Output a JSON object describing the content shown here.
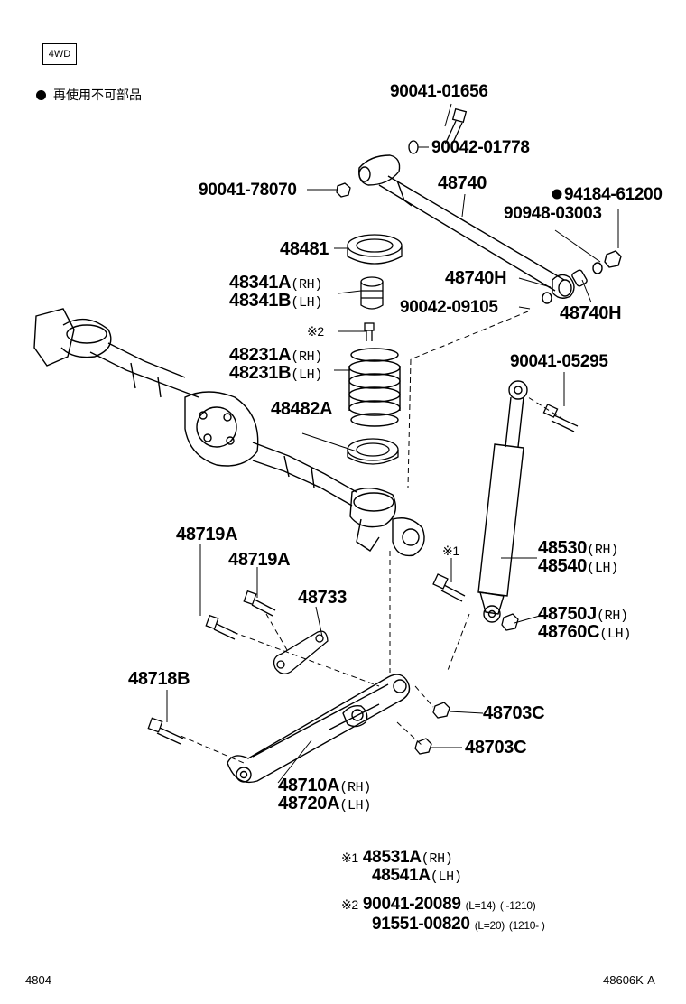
{
  "header": {
    "badge": "4WD",
    "legend_text": "再使用不可部品"
  },
  "labels": {
    "p_90041_01656": "90041-01656",
    "p_90042_01778": "90042-01778",
    "p_90041_78070": "90041-78070",
    "p_48740": "48740",
    "p_94184_61200": "94184-61200",
    "p_90948_03003": "90948-03003",
    "p_48481": "48481",
    "p_48341A": "48341A",
    "p_48341B": "48341B",
    "p_48740H_a": "48740H",
    "p_90042_09105": "90042-09105",
    "p_48740H_b": "48740H",
    "p_ref2": "※2",
    "p_48231A": "48231A",
    "p_48231B": "48231B",
    "p_90041_05295": "90041-05295",
    "p_48482A": "48482A",
    "p_48719A_a": "48719A",
    "p_48719A_b": "48719A",
    "p_48733": "48733",
    "p_ref1": "※1",
    "p_48530": "48530",
    "p_48540": "48540",
    "p_48750J": "48750J",
    "p_48760C": "48760C",
    "p_48718B": "48718B",
    "p_48703C_a": "48703C",
    "p_48703C_b": "48703C",
    "p_48710A": "48710A",
    "p_48720A": "48720A",
    "rh": "(RH)",
    "lh": "(LH)"
  },
  "notes": {
    "n1_mark": "※1",
    "n1_a": "48531A",
    "n1_b": "48541A",
    "n2_mark": "※2",
    "n2_a": "90041-20089",
    "n2_a_spec": "(L=14)",
    "n2_a_range": "(        -1210)",
    "n2_b": "91551-00820",
    "n2_b_spec": "(L=20)",
    "n2_b_range": "(1210-        )"
  },
  "footer": {
    "left": "4804",
    "right": "48606K-A"
  },
  "colors": {
    "ink": "#000000",
    "paper": "#ffffff"
  }
}
